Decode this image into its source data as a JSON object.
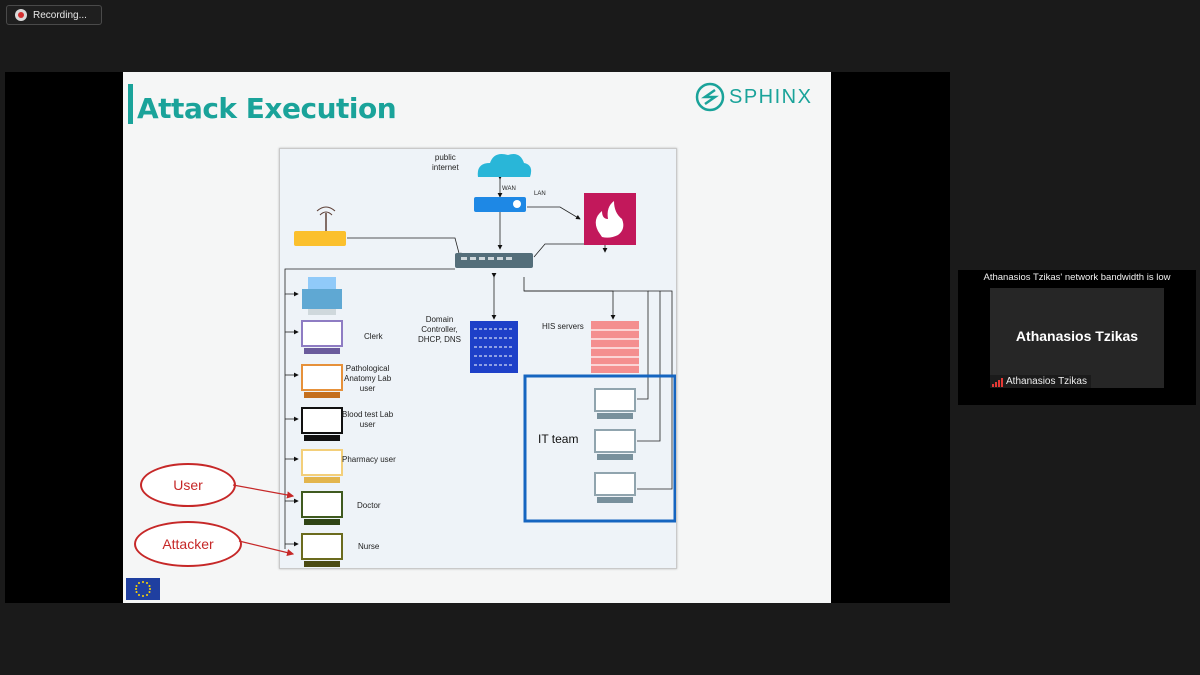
{
  "recording": {
    "label": "Recording..."
  },
  "slide": {
    "title": "Attack Execution",
    "logo_text": "SPHINX",
    "diagram": {
      "labels": {
        "public_internet": "public\ninternet",
        "wan": "WAN",
        "lan": "LAN",
        "domain_controller": "Domain\nController,\nDHCP, DNS",
        "his_servers": "HIS servers",
        "clerk": "Clerk",
        "pathological": "Pathological\nAnatomy Lab\nuser",
        "blood_test": "Blood test Lab\nuser",
        "pharmacy": "Pharmacy user",
        "doctor": "Doctor",
        "nurse": "Nurse",
        "it_team": "IT team"
      }
    },
    "callouts": {
      "user": "User",
      "attacker": "Attacker"
    }
  },
  "participant_panel": {
    "notice": "Athanasios Tzikas' network bandwidth is low",
    "name": "Athanasios Tzikas",
    "tag_name": "Athanasios Tzikas"
  },
  "colors": {
    "accent": "#1aa39a",
    "callout": "#c62828",
    "firewall": "#c2185b",
    "it_box": "#1565c0"
  }
}
